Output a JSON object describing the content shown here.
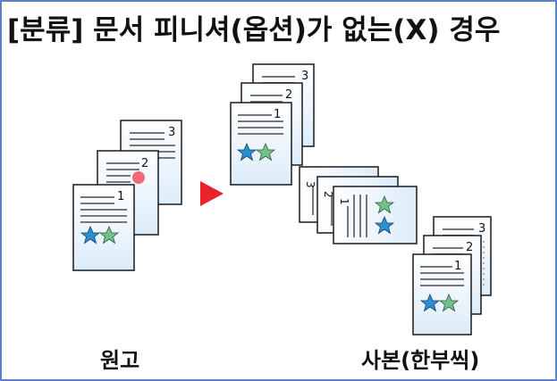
{
  "title": "[분류]  문서 피니셔(옵션)가 없는(X) 경우",
  "labels": {
    "original": "원고",
    "copies": "사본(한부씩)"
  },
  "stacks": {
    "original": {
      "pages": [
        "1",
        "2",
        "3"
      ],
      "marks": [
        "staple-dot"
      ]
    },
    "copies_top": {
      "pages": [
        "1",
        "2",
        "3"
      ]
    },
    "copies_rotated": {
      "pages": [
        "1",
        "2",
        "3"
      ]
    },
    "copies_bottom": {
      "pages": [
        "1",
        "2",
        "3"
      ]
    }
  },
  "colors": {
    "border": "#5b82c4",
    "page_fill": "#e3f0fb",
    "page_outline": "#1a1a1a",
    "line": "#777777",
    "star_blue": "#2b8fd0",
    "star_green": "#74c08c",
    "arrow": "#e8232a",
    "dot": "#f06a7a"
  }
}
